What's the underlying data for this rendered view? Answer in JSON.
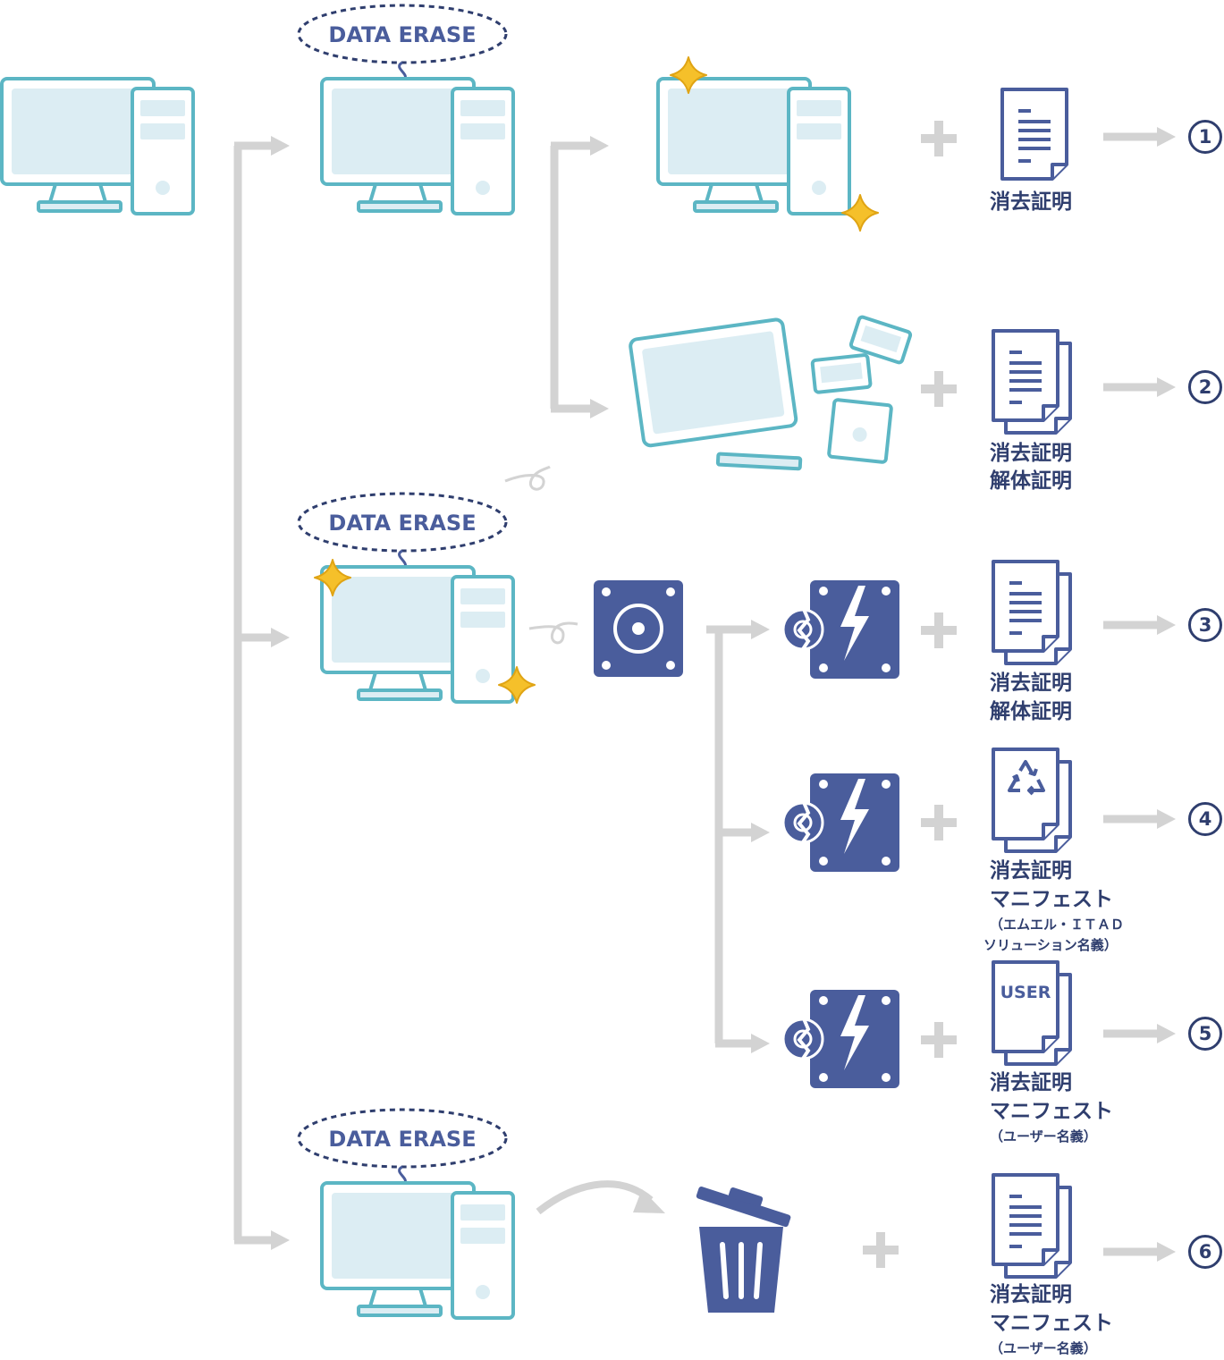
{
  "erase_labels": [
    "DATA ERASE",
    "DATA ERASE",
    "DATA ERASE"
  ],
  "user_doc_label": "USER",
  "outcomes": [
    {
      "number": "1",
      "lines": [
        "消去証明"
      ],
      "sublines": []
    },
    {
      "number": "2",
      "lines": [
        "消去証明",
        "解体証明"
      ],
      "sublines": []
    },
    {
      "number": "3",
      "lines": [
        "消去証明",
        "解体証明"
      ],
      "sublines": []
    },
    {
      "number": "4",
      "lines": [
        "消去証明",
        "マニフェスト"
      ],
      "sublines": [
        "（エムエル・ＩＴＡＤ",
        "ソリューション名義）"
      ]
    },
    {
      "number": "5",
      "lines": [
        "消去証明",
        "マニフェスト"
      ],
      "sublines": [
        "（ユーザー名義）"
      ]
    },
    {
      "number": "6",
      "lines": [
        "消去証明",
        "マニフェスト"
      ],
      "sublines": [
        "（ユーザー名義）"
      ]
    }
  ],
  "colors": {
    "teal": "#5cb6c4",
    "screen": "#dcedf3",
    "navy": "#4a5d9c",
    "dark_navy": "#2f3e6e",
    "gray": "#d3d3d3",
    "star": "#f5c02a"
  }
}
